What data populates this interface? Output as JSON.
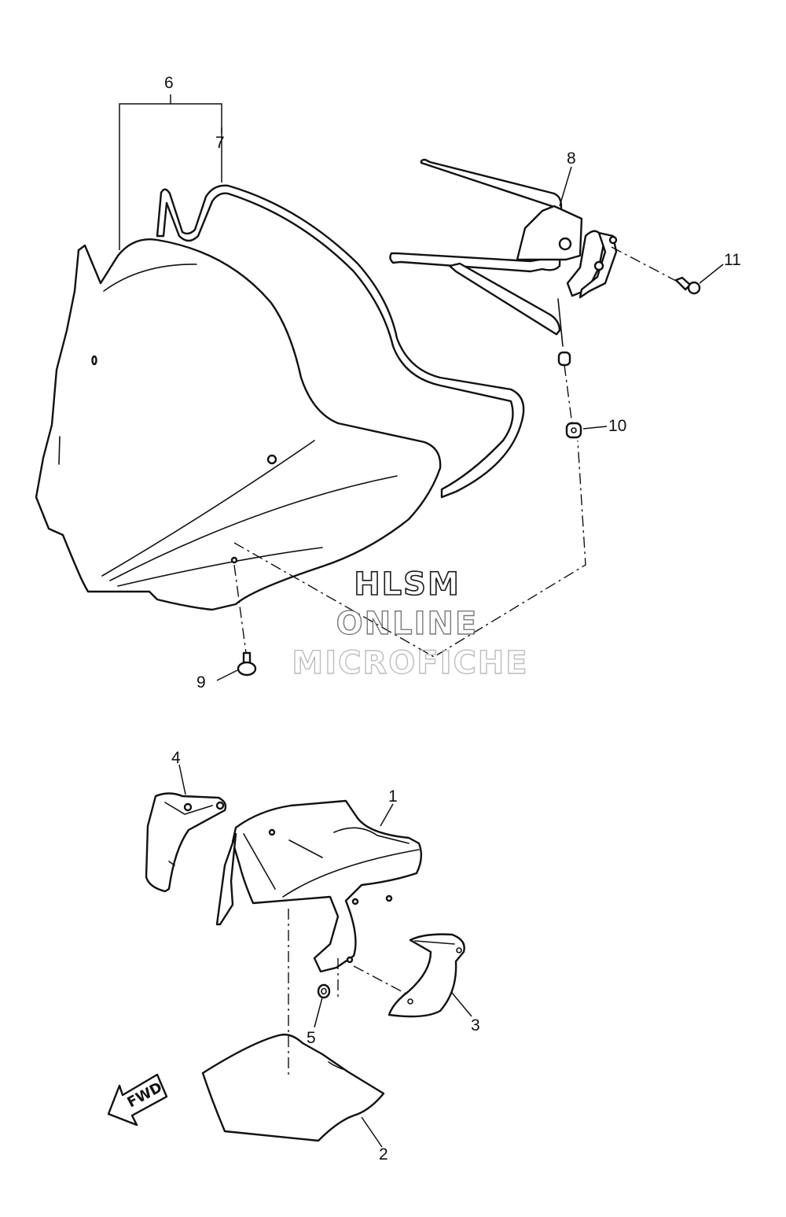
{
  "callouts": {
    "c1": "1",
    "c2": "2",
    "c3": "3",
    "c4": "4",
    "c5": "5",
    "c6": "6",
    "c7": "7",
    "c8": "8",
    "c9": "9",
    "c10": "10",
    "c11": "11"
  },
  "watermark": {
    "line1": "HLSM",
    "line2": "ONLINE",
    "line3": "MICROFICHE"
  },
  "fwd_badge": "FWD"
}
